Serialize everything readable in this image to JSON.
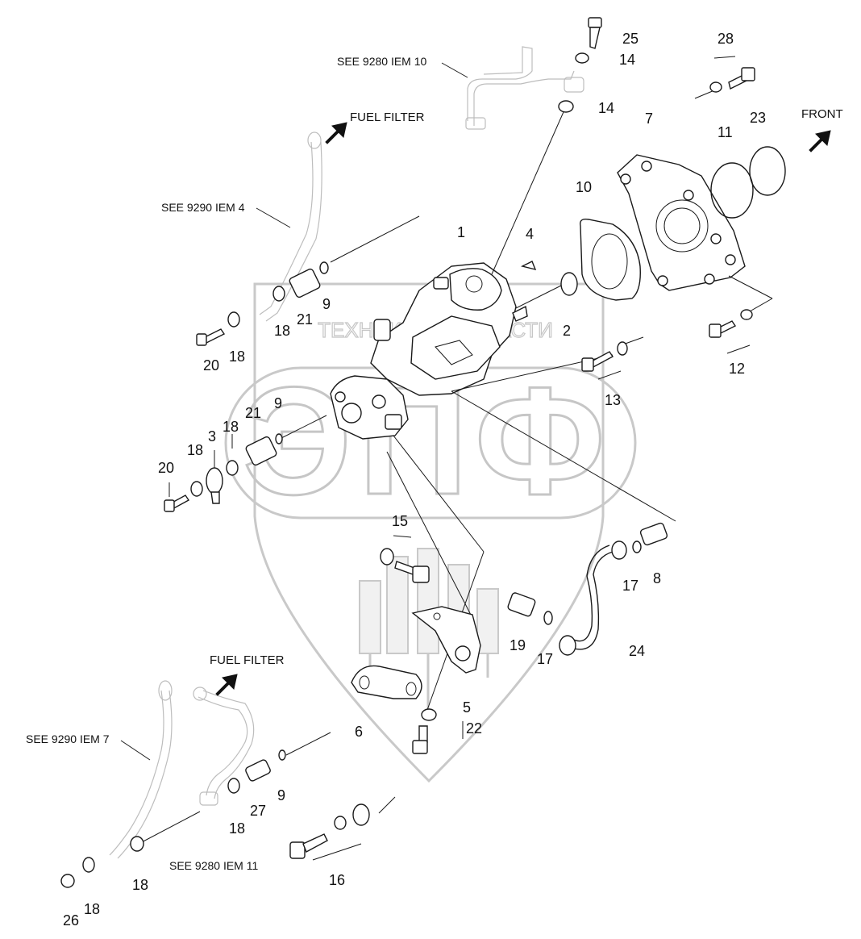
{
  "watermark": {
    "banner": "ТЕХНИКА И ЗАПЧАСТИ",
    "letters": "ЭПФ"
  },
  "directions": {
    "front": "FRONT",
    "fuel_filter_top": "FUEL FILTER",
    "fuel_filter_bottom": "FUEL FILTER"
  },
  "references": {
    "r1": "SEE 9280 IEM 10",
    "r2": "SEE 9290 IEM 4",
    "r3": "SEE 9290 IEM 7",
    "r4": "SEE 9280 IEM 11"
  },
  "callouts": [
    "25",
    "14",
    "28",
    "14",
    "7",
    "11",
    "23",
    "10",
    "1",
    "4",
    "9",
    "21",
    "18",
    "18",
    "20",
    "2",
    "12",
    "13",
    "21",
    "9",
    "18",
    "3",
    "18",
    "20",
    "15",
    "17",
    "8",
    "19",
    "17",
    "24",
    "5",
    "22",
    "6",
    "9",
    "27",
    "18",
    "16",
    "18",
    "18",
    "26"
  ]
}
